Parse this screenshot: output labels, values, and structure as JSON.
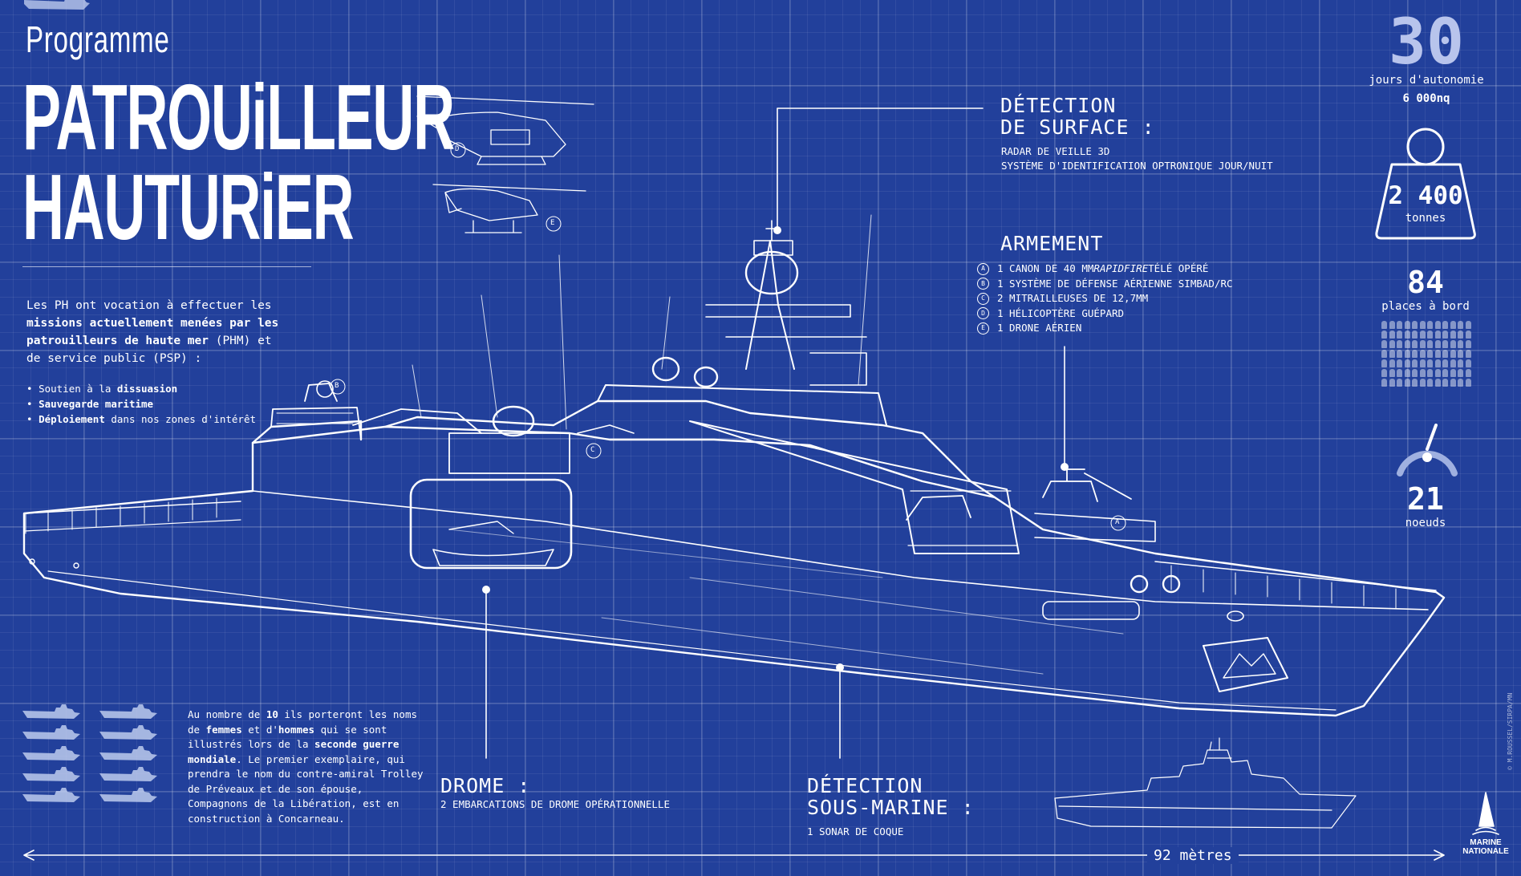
{
  "header": {
    "overline": "Programme",
    "title_line1": "PATROUiLLEUR",
    "title_line2": "HAUTURiER"
  },
  "intro": {
    "p1": "Les PH ont vocation à effectuer les ",
    "p1_bold": "missions actuellement menées par les patrouilleurs de haute mer",
    "p2": " (PHM) et de service public (PSP) :",
    "bullets": [
      {
        "bold": "",
        "text": "Soutien à la ",
        "bold_end": "dissuasion"
      },
      {
        "bold": "Sauvegarde maritime",
        "text": "",
        "bold_end": ""
      },
      {
        "bold": "Déploiement",
        "text": " dans nos zones d'intérêt",
        "bold_end": ""
      }
    ]
  },
  "callouts": {
    "surface": {
      "title_l1": "DÉTECTION",
      "title_l2": "DE SURFACE :",
      "items": [
        "RADAR DE VEILLE 3D",
        "SYSTÈME D'IDENTIFICATION OPTRONIQUE JOUR/NUIT"
      ]
    },
    "armement": {
      "title": "ARMEMENT",
      "items": [
        {
          "badge": "A",
          "text": "1 CANON DE 40 MM ",
          "italic": "RAPIDFIRE",
          "text_end": " TÉLÉ OPÉRÉ"
        },
        {
          "badge": "B",
          "text": "1 SYSTÈME DE DÉFENSE AÉRIENNE SIMBAD/RC",
          "italic": "",
          "text_end": ""
        },
        {
          "badge": "C",
          "text": "2 MITRAILLEUSES DE 12,7MM",
          "italic": "",
          "text_end": ""
        },
        {
          "badge": "D",
          "text": "1 HÉLICOPTÈRE GUÉPARD",
          "italic": "",
          "text_end": ""
        },
        {
          "badge": "E",
          "text": "1 DRONE AÉRIEN",
          "italic": "",
          "text_end": ""
        }
      ]
    },
    "drome": {
      "title": "DROME :",
      "body": "2 EMBARCATIONS DE DROME OPÉRATIONNELLE"
    },
    "sousmarine": {
      "title_l1": "DÉTECTION",
      "title_l2": "SOUS-MARINE :",
      "body": "1 SONAR DE COQUE"
    }
  },
  "stats": {
    "autonomy": {
      "value": "30",
      "label": "jours d'autonomie",
      "sub": "6 000nq"
    },
    "weight": {
      "value": "2 400",
      "label": "tonnes"
    },
    "places": {
      "value": "84",
      "label": "places à bord",
      "count": 84
    },
    "speed": {
      "value": "21",
      "label": "noeuds",
      "gauge_fraction": 0.75
    }
  },
  "diagram_badges": {
    "A": "A",
    "B": "B",
    "C": "C",
    "D": "D",
    "E": "E"
  },
  "fleet": {
    "count": 10,
    "text_parts": [
      {
        "t": "Au nombre de ",
        "b": false
      },
      {
        "t": "10",
        "b": true
      },
      {
        "t": " ils porteront les noms de ",
        "b": false
      },
      {
        "t": "femmes",
        "b": true
      },
      {
        "t": " et d'",
        "b": false
      },
      {
        "t": "hommes",
        "b": true
      },
      {
        "t": " qui se sont illustrés lors de la ",
        "b": false
      },
      {
        "t": "seconde guerre mondiale",
        "b": true
      },
      {
        "t": ". Le premier exemplaire, qui prendra le nom du contre-amiral Trolley de Préveaux et de son épouse, Compagnons de la Libération, est en construction à Concarneau.",
        "b": false
      }
    ]
  },
  "length": {
    "label": "92 mètres"
  },
  "credit": "© M.ROUSSEL/SIRPA/MN",
  "logo": {
    "line1": "MARINE",
    "line2": "NATIONALE"
  },
  "colors": {
    "background": "#22409b",
    "line": "#ffffff",
    "pale": "#9fb0e0"
  }
}
